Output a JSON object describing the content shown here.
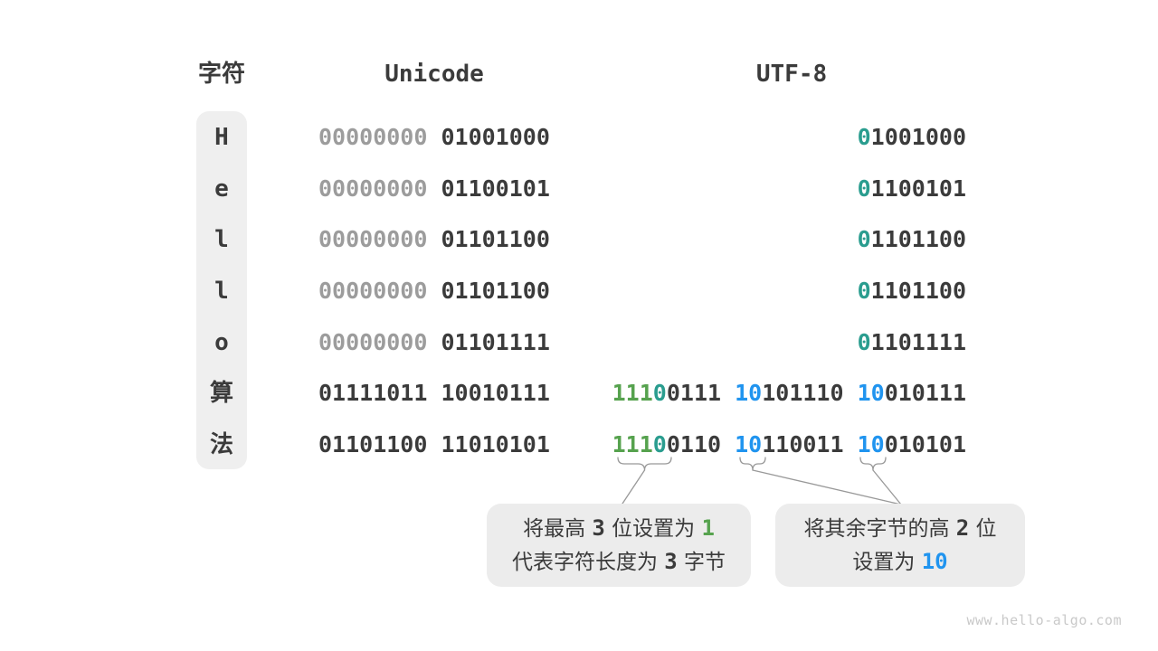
{
  "colors": {
    "dark": "#3b3b3b",
    "gray": "#9c9c9c",
    "teal": "#2a9d8f",
    "green": "#56a24e",
    "blue": "#2094ef"
  },
  "headers": {
    "char": "字符",
    "unicode": "Unicode",
    "utf8": "UTF-8"
  },
  "rows": [
    {
      "char": "H",
      "unicode": [
        {
          "t": "00000000",
          "c": "gray"
        },
        {
          "t": " 01001000"
        }
      ],
      "utf8": [
        {
          "t": "0",
          "c": "teal"
        },
        {
          "t": "1001000"
        }
      ]
    },
    {
      "char": "e",
      "unicode": [
        {
          "t": "00000000",
          "c": "gray"
        },
        {
          "t": " 01100101"
        }
      ],
      "utf8": [
        {
          "t": "0",
          "c": "teal"
        },
        {
          "t": "1100101"
        }
      ]
    },
    {
      "char": "l",
      "unicode": [
        {
          "t": "00000000",
          "c": "gray"
        },
        {
          "t": " 01101100"
        }
      ],
      "utf8": [
        {
          "t": "0",
          "c": "teal"
        },
        {
          "t": "1101100"
        }
      ]
    },
    {
      "char": "l",
      "unicode": [
        {
          "t": "00000000",
          "c": "gray"
        },
        {
          "t": " 01101100"
        }
      ],
      "utf8": [
        {
          "t": "0",
          "c": "teal"
        },
        {
          "t": "1101100"
        }
      ]
    },
    {
      "char": "o",
      "unicode": [
        {
          "t": "00000000",
          "c": "gray"
        },
        {
          "t": " 01101111"
        }
      ],
      "utf8": [
        {
          "t": "0",
          "c": "teal"
        },
        {
          "t": "1101111"
        }
      ]
    },
    {
      "char": "算",
      "unicode": [
        {
          "t": "01111011 10010111"
        }
      ],
      "utf8": [
        {
          "t": "111",
          "c": "green"
        },
        {
          "t": "0",
          "c": "teal"
        },
        {
          "t": "0111 "
        },
        {
          "t": "10",
          "c": "blue"
        },
        {
          "t": "101110 "
        },
        {
          "t": "10",
          "c": "blue"
        },
        {
          "t": "010111"
        }
      ]
    },
    {
      "char": "法",
      "unicode": [
        {
          "t": "01101100 11010101"
        }
      ],
      "utf8": [
        {
          "t": "111",
          "c": "green"
        },
        {
          "t": "0",
          "c": "teal"
        },
        {
          "t": "0110 "
        },
        {
          "t": "10",
          "c": "blue"
        },
        {
          "t": "110011 "
        },
        {
          "t": "10",
          "c": "blue"
        },
        {
          "t": "010101"
        }
      ]
    }
  ],
  "callouts": [
    {
      "lines": [
        [
          {
            "t": "将最高 "
          },
          {
            "t": "3",
            "mono": true
          },
          {
            "t": " 位设置为 "
          },
          {
            "t": "1",
            "mono": true,
            "c": "green"
          }
        ],
        [
          {
            "t": "代表字符长度为 "
          },
          {
            "t": "3",
            "mono": true
          },
          {
            "t": " 字节"
          }
        ]
      ]
    },
    {
      "lines": [
        [
          {
            "t": "将其余字节的高 "
          },
          {
            "t": "2",
            "mono": true
          },
          {
            "t": " 位"
          }
        ],
        [
          {
            "t": "设置为 "
          },
          {
            "t": "10",
            "mono": true,
            "c": "blue"
          }
        ]
      ]
    }
  ],
  "watermark": "www.hello-algo.com"
}
